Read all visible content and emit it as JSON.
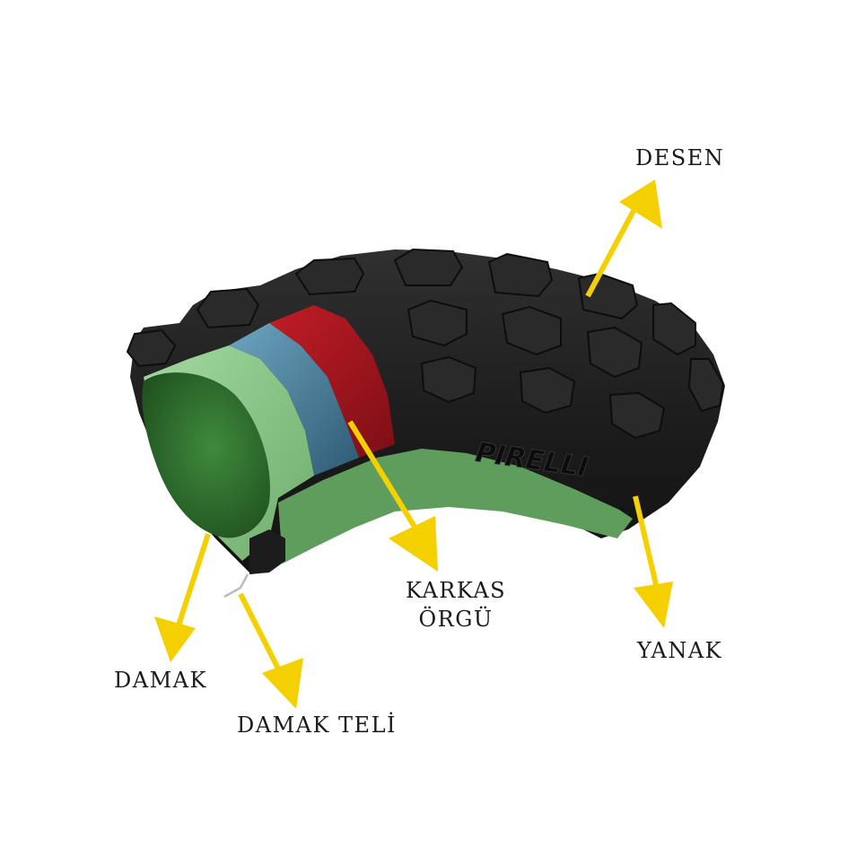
{
  "diagram": {
    "labels": {
      "tread": "DESEN",
      "carcass_line1": "KARKAS",
      "carcass_line2": "ÖRGÜ",
      "sidewall": "YANAK",
      "bead": "DAMAK",
      "bead_wire": "DAMAK TELİ"
    },
    "brand_text": "PIRELLI",
    "colors": {
      "rubber": "#1b1b1b",
      "rubber_highlight": "#2e2e2e",
      "inner_liner": "#8cc88a",
      "inner_liner_dark": "#2f6e2e",
      "carcass_ply": "#4f87a3",
      "belt": "#a5151f",
      "arrow": "#f5d000"
    }
  }
}
